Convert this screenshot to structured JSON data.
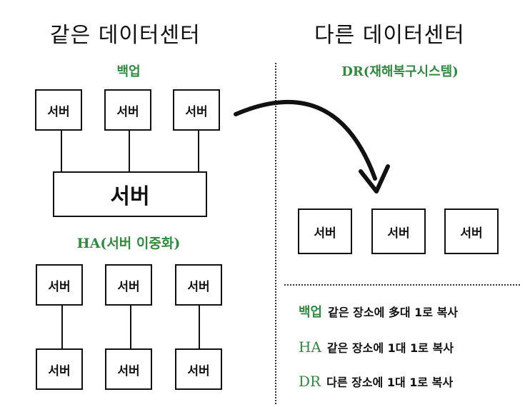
{
  "left": {
    "title": "같은 데이터센터",
    "backup_label": "백업",
    "backup_servers": [
      "서버",
      "서버",
      "서버"
    ],
    "backup_main_server": "서버",
    "ha_label": "HA(서버 이중화)",
    "ha_top_servers": [
      "서버",
      "서버",
      "서버"
    ],
    "ha_bottom_servers": [
      "서버",
      "서버",
      "서버"
    ]
  },
  "right": {
    "title": "다른 데이터센터",
    "dr_label": "DR(재해복구시스템)",
    "dr_servers": [
      "서버",
      "서버",
      "서버"
    ]
  },
  "legend": [
    {
      "key": "백업",
      "text": "같은 장소에 多대 1로 복사"
    },
    {
      "key": "HA",
      "text": "같은 장소에 1대 1로 복사"
    },
    {
      "key": "DR",
      "text": "다른 장소에 1대 1로 복사"
    }
  ],
  "colors": {
    "accent_green": "#2e8b3e",
    "line": "#111111"
  },
  "icons": {
    "transfer_arrow": "curved-arrow-icon"
  }
}
